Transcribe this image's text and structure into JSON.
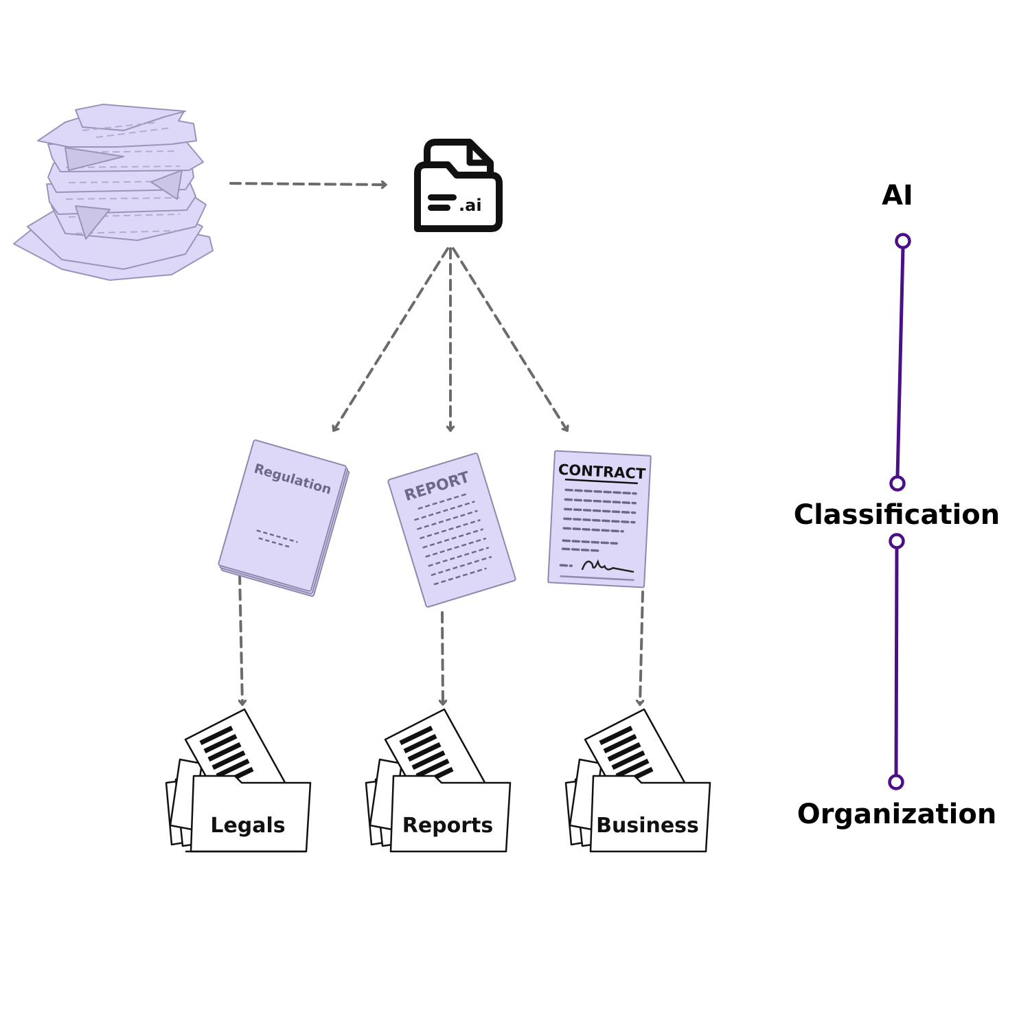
{
  "app_icon": {
    "label": ".ai"
  },
  "documents": [
    {
      "title": "Regulation"
    },
    {
      "title": "REPORT"
    },
    {
      "title": "CONTRACT"
    }
  ],
  "folders": [
    {
      "label": "Legals"
    },
    {
      "label": "Reports"
    },
    {
      "label": "Business"
    }
  ],
  "pipeline": {
    "stages": [
      "AI",
      "Classification",
      "Organization"
    ],
    "line_color": "#4b0f86"
  },
  "colors": {
    "paper_fill": "#ddd8f8",
    "paper_stroke": "#9a94b8",
    "arrow": "#6b6b6b",
    "ink": "#000000"
  }
}
